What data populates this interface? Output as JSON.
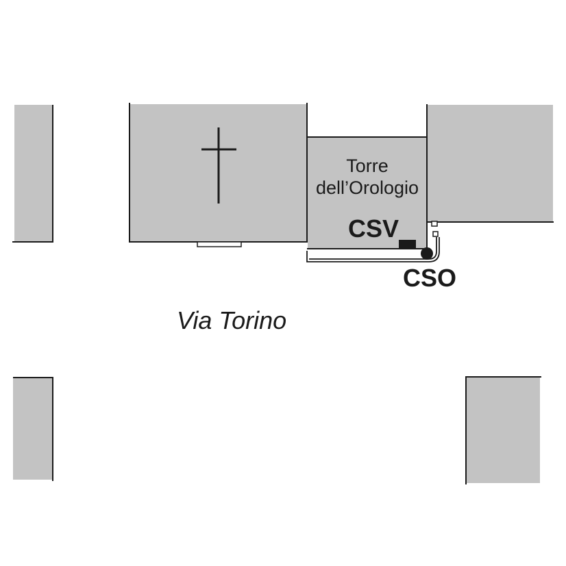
{
  "labels": {
    "tower_line1": "Torre",
    "tower_line2": "dell’Orologio",
    "sensor_csv": "CSV",
    "sensor_cso": "CSO",
    "street": "Via Torino"
  },
  "colors": {
    "building_fill": "#c3c3c3",
    "outline": "#1a1a1a",
    "background": "#ffffff"
  },
  "icons": {
    "church": "latin-cross-icon"
  }
}
